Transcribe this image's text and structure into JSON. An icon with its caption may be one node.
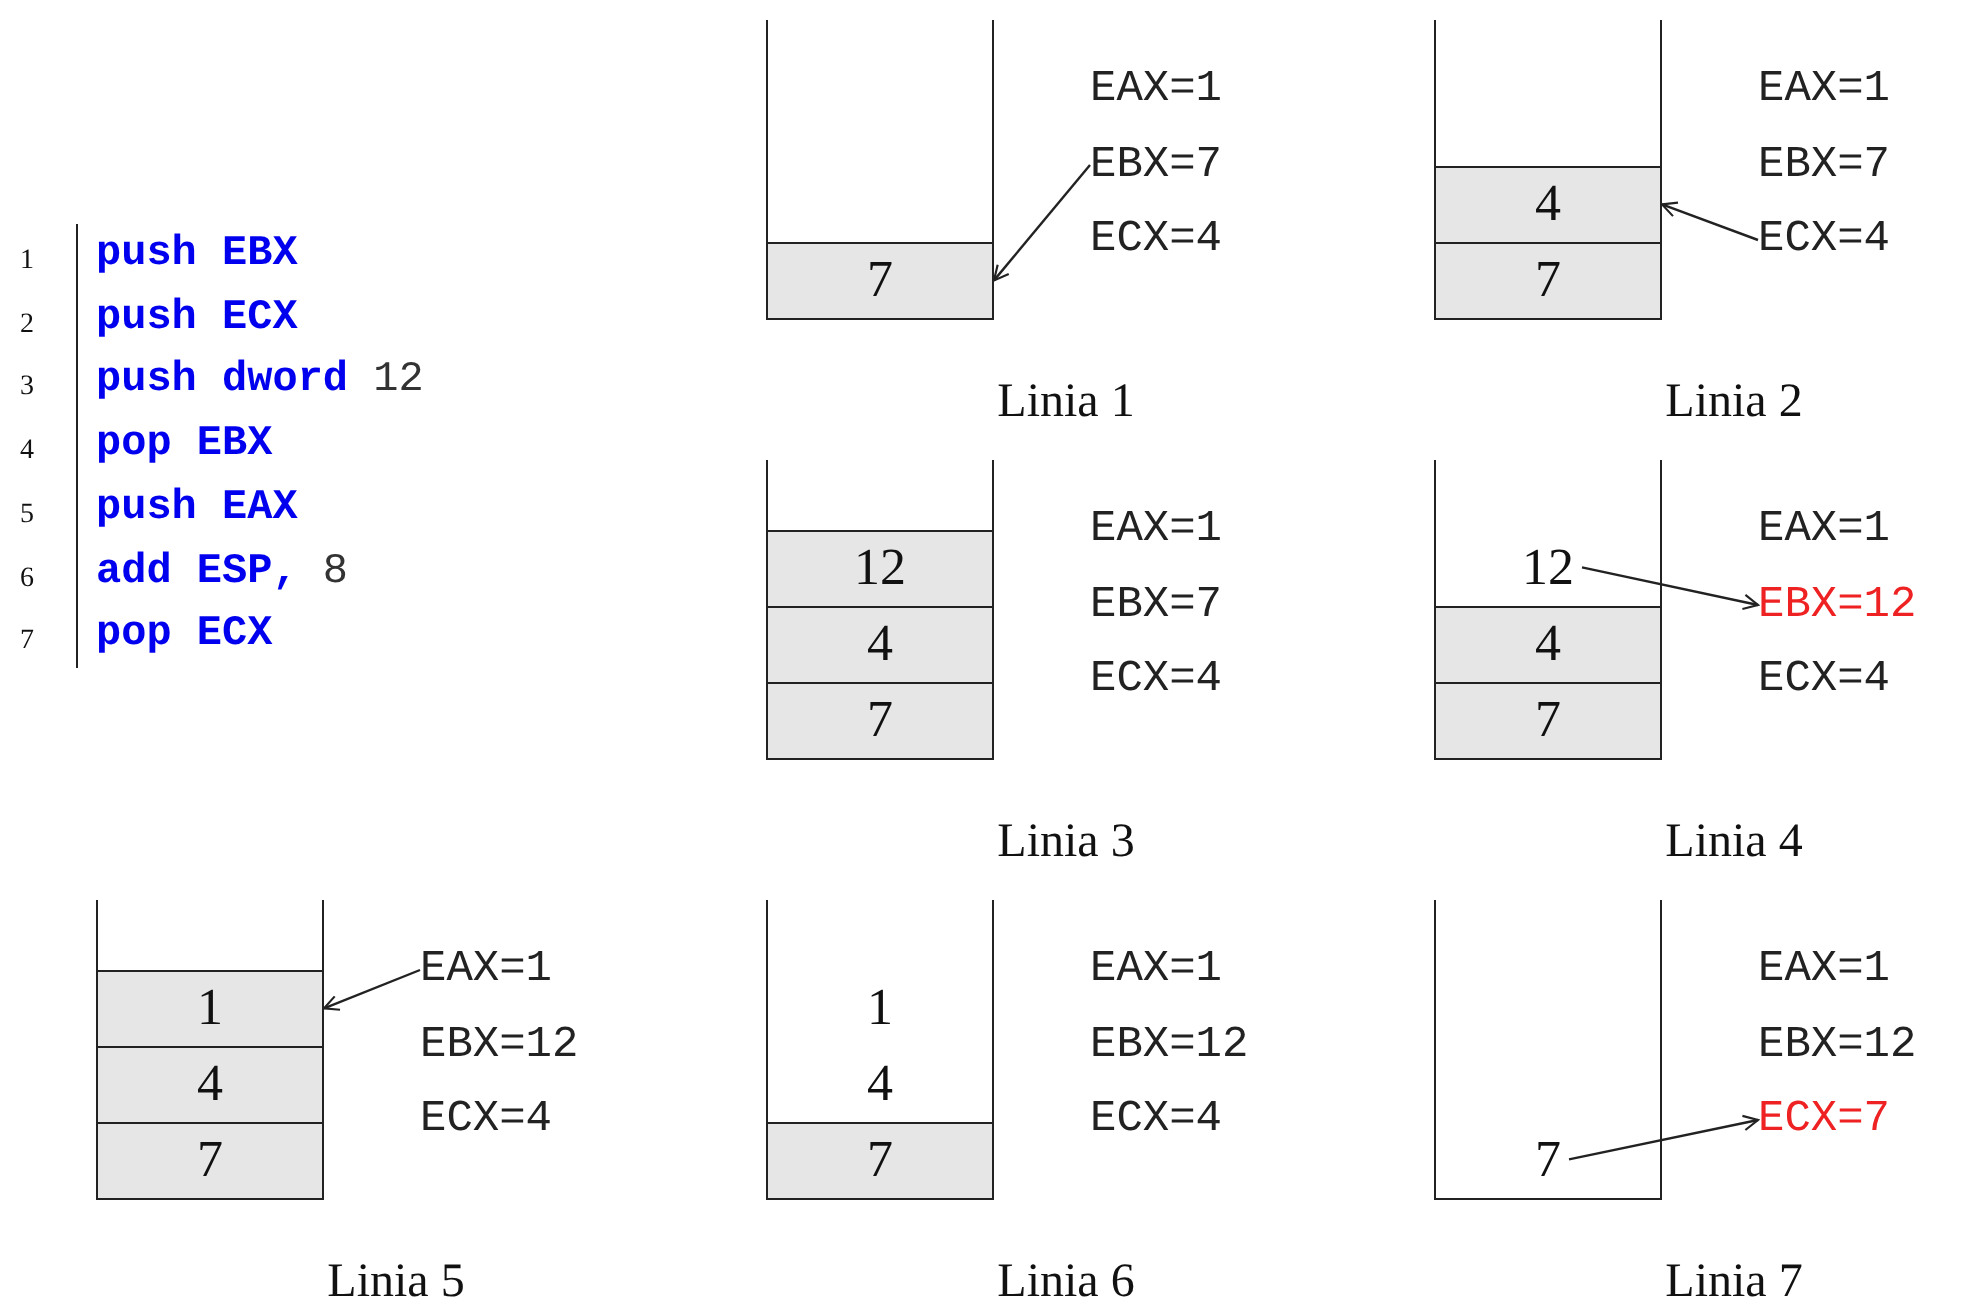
{
  "diagram": {
    "nodes": [
      {
        "text": [],
        "shape": "box",
        "beside": [
          "Linia 1"
        ]
      },
      {
        "text": [
          "7"
        ],
        "in": 0
      },
      {
        "text": [
          "EBX=7"
        ]
      },
      {
        "text": [],
        "shape": "box",
        "beside": [
          "Linia 2"
        ]
      },
      {
        "text": [
          "4"
        ],
        "in": 3
      },
      {
        "text": [
          "7"
        ],
        "in": 3
      },
      {
        "text": [
          "ECX=4"
        ]
      },
      {
        "text": [],
        "shape": "box",
        "beside": [
          "Linia 3"
        ]
      },
      {
        "text": [
          "12"
        ],
        "in": 7
      },
      {
        "text": [
          "4"
        ],
        "in": 7
      },
      {
        "text": [
          "7"
        ],
        "in": 7
      },
      {
        "text": [],
        "shape": "box",
        "beside": [
          "Linia 4"
        ]
      },
      {
        "text": [
          "12"
        ],
        "in": 11
      },
      {
        "text": [
          "4"
        ],
        "in": 11
      },
      {
        "text": [
          "7"
        ],
        "in": 11
      },
      {
        "text": [
          "EBX=12"
        ]
      },
      {
        "text": [],
        "shape": "box",
        "beside": [
          "Linia 5"
        ]
      },
      {
        "text": [
          "1"
        ],
        "in": 16
      },
      {
        "text": [
          "4"
        ],
        "in": 16
      },
      {
        "text": [
          "7"
        ],
        "in": 16
      },
      {
        "text": [
          "EAX=1"
        ]
      },
      {
        "text": [],
        "shape": "box",
        "beside": [
          "Linia 6"
        ]
      },
      {
        "text": [
          "1"
        ],
        "in": 21
      },
      {
        "text": [
          "4"
        ],
        "in": 21
      },
      {
        "text": [
          "7"
        ],
        "in": 21
      },
      {
        "text": [],
        "shape": "box",
        "beside": [
          "Linia 7"
        ]
      },
      {
        "text": [
          "7"
        ],
        "in": 25
      },
      {
        "text": [
          "ECX=7"
        ]
      }
    ],
    "edges": [
      {
        "from": 2,
        "to": 1,
        "arrow": "to"
      },
      {
        "from": 6,
        "to": 4,
        "arrow": "to"
      },
      {
        "from": 12,
        "to": 15,
        "arrow": "to"
      },
      {
        "from": 20,
        "to": 17,
        "arrow": "to"
      },
      {
        "from": 26,
        "to": 27,
        "arrow": "to"
      }
    ],
    "labels": [
      "1",
      "**push EBX**",
      "2",
      "**push ECX**",
      "3",
      "**push dword** 12",
      "4",
      "**pop EBX**",
      "5",
      "**push EAX**",
      "6",
      "**add ESP,** 8",
      "7",
      "**pop ECX**",
      "EAX=1",
      "ECX=4",
      "EAX=1",
      "EBX=7",
      "EAX=1",
      "EBX=7",
      "ECX=4",
      "EAX=1",
      "ECX=4",
      "EBX=12",
      "ECX=4",
      "EAX=1",
      "EBX=12",
      "ECX=4",
      "EAX=1",
      "EBX=12"
    ]
  }
}
